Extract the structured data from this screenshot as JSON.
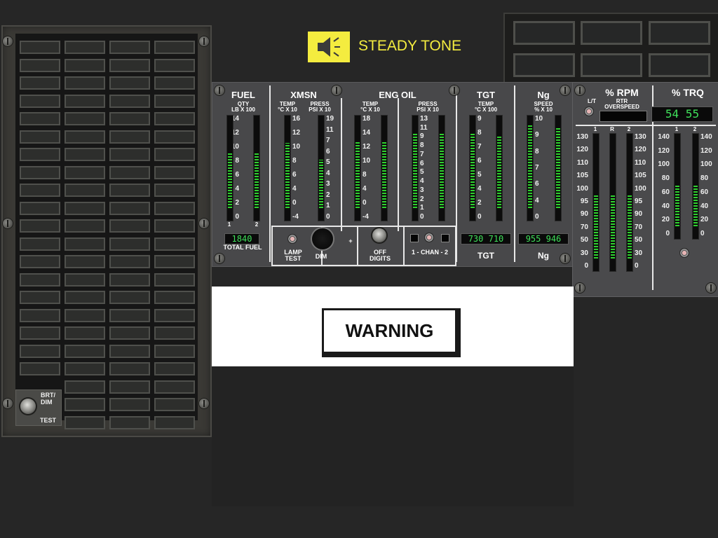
{
  "audio": {
    "label": "STEADY TONE",
    "icon": "speaker-icon"
  },
  "caution_panel": {
    "rows": 22,
    "cols": 4,
    "brightness_switch": {
      "label_top": "BRT/\nDIM",
      "label_top_1": "BRT/",
      "label_top_2": "DIM",
      "label_bottom": "TEST"
    }
  },
  "instrument_panel": {
    "fuel": {
      "title": "FUEL",
      "sub1": "QTY",
      "sub2": "LB X 100",
      "ticks": [
        "14",
        "12",
        "10",
        "8",
        "6",
        "4",
        "2",
        "0"
      ],
      "bar_labels": [
        "1",
        "2"
      ],
      "levels": [
        0.52,
        0.52
      ],
      "digital": "1840",
      "footer": "TOTAL FUEL"
    },
    "xmsn": {
      "title": "XMSN",
      "temp": {
        "label": "TEMP",
        "units": "°C X 10",
        "ticks": [
          "16",
          "12",
          "10",
          "8",
          "6",
          "4",
          "0",
          "-4"
        ],
        "level": 0.62
      },
      "press": {
        "label": "PRESS",
        "units": "PSI X 10",
        "ticks": [
          "19",
          "11",
          "7",
          "6",
          "5",
          "4",
          "3",
          "2",
          "1",
          "0"
        ],
        "level": 0.46
      }
    },
    "eng_oil": {
      "title": "ENG OIL",
      "temp": {
        "label": "TEMP",
        "units": "°C X 10",
        "ticks": [
          "18",
          "14",
          "12",
          "10",
          "8",
          "4",
          "0",
          "-4"
        ],
        "levels": [
          0.64,
          0.64
        ]
      },
      "press": {
        "label": "PRESS",
        "units": "PSI X 10",
        "ticks": [
          "13",
          "11",
          "9",
          "8",
          "7",
          "6",
          "5",
          "4",
          "3",
          "2",
          "1",
          "0"
        ],
        "levels": [
          0.72,
          0.72
        ]
      }
    },
    "tgt": {
      "title": "TGT",
      "sub1": "TEMP",
      "sub2": "°C X 100",
      "ticks": [
        "9",
        "8",
        "7",
        "6",
        "5",
        "4",
        "2",
        "0"
      ],
      "levels": [
        0.72,
        0.68
      ],
      "digital": "730 710",
      "footer": "TGT"
    },
    "ng": {
      "title": "Ng",
      "sub1": "SPEED",
      "sub2": "% X 10",
      "ticks": [
        "10",
        "9",
        "8",
        "7",
        "6",
        "4",
        "0"
      ],
      "levels": [
        0.8,
        0.76
      ],
      "digital": "955 946",
      "footer": "Ng"
    },
    "controls": {
      "lamp_test": "LAMP\nTEST",
      "lamp_test_1": "LAMP",
      "lamp_test_2": "TEST",
      "dim": "DIM",
      "plus": "+",
      "off": "OFF",
      "digits": "DIGITS",
      "chan": "1 - CHAN - 2"
    }
  },
  "rpm_panel": {
    "rpm_title": "% RPM",
    "trq_title": "% TRQ",
    "lt_label": "L/T",
    "rtr_overspeed_1": "RTR",
    "rtr_overspeed_2": "OVERSPEED",
    "rpm_ticks_left": [
      "130",
      "120",
      "110",
      "105",
      "100",
      "95",
      "90",
      "70",
      "50",
      "30",
      "0"
    ],
    "rpm_ticks_right": [
      "130",
      "120",
      "110",
      "105",
      "100",
      "95",
      "90",
      "70",
      "50",
      "30",
      "0"
    ],
    "rpm_bar_labels": [
      "1",
      "R",
      "2"
    ],
    "rpm_levels": [
      0.47,
      0.47,
      0.47
    ],
    "trq_ticks_left": [
      "140",
      "120",
      "100",
      "80",
      "60",
      "40",
      "20",
      "0"
    ],
    "trq_ticks_right": [
      "140",
      "120",
      "100",
      "80",
      "60",
      "40",
      "20",
      "0"
    ],
    "trq_bar_labels": [
      "1",
      "2"
    ],
    "trq_levels": [
      0.39,
      0.39
    ],
    "trq_digital": "54   55"
  },
  "warning": {
    "label": "WARNING"
  },
  "colors": {
    "tone": "#f4ec3f",
    "lcd": "#3fe05a",
    "bar": "#2fd22f"
  }
}
